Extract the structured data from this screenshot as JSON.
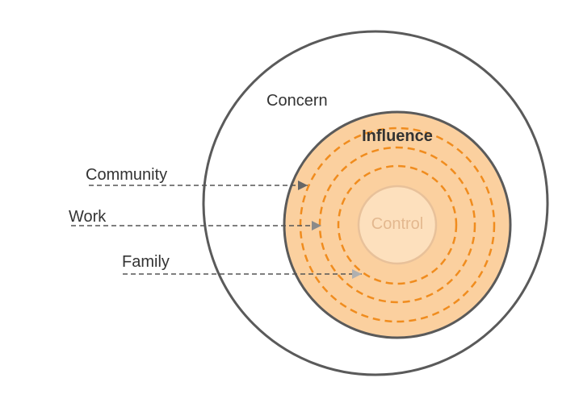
{
  "labels": {
    "concern": "Concern",
    "influence": "Influence",
    "control": "Control",
    "community": "Community",
    "work": "Work",
    "family": "Family"
  },
  "colors": {
    "outline": "#5a5a5a",
    "influence_fill": "#fbd09f",
    "control_fill": "#fde0bd",
    "control_stroke": "#e8c19a",
    "control_text": "#e3b88f",
    "ring_dash": "#f08c1e",
    "arrow_line": "#555555",
    "arrow_head_community": "#666666",
    "arrow_head_work": "#8a8a8a",
    "arrow_head_family": "#b0b0b0"
  }
}
